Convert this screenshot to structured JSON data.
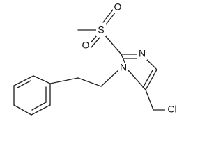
{
  "molecule": {
    "atoms": {
      "sulfur": "S",
      "oxygen_upper": "O",
      "oxygen_lower": "O",
      "nitrogen_ring_upper": "N",
      "nitrogen_ring_lower": "N",
      "chlorine": "Cl"
    }
  }
}
